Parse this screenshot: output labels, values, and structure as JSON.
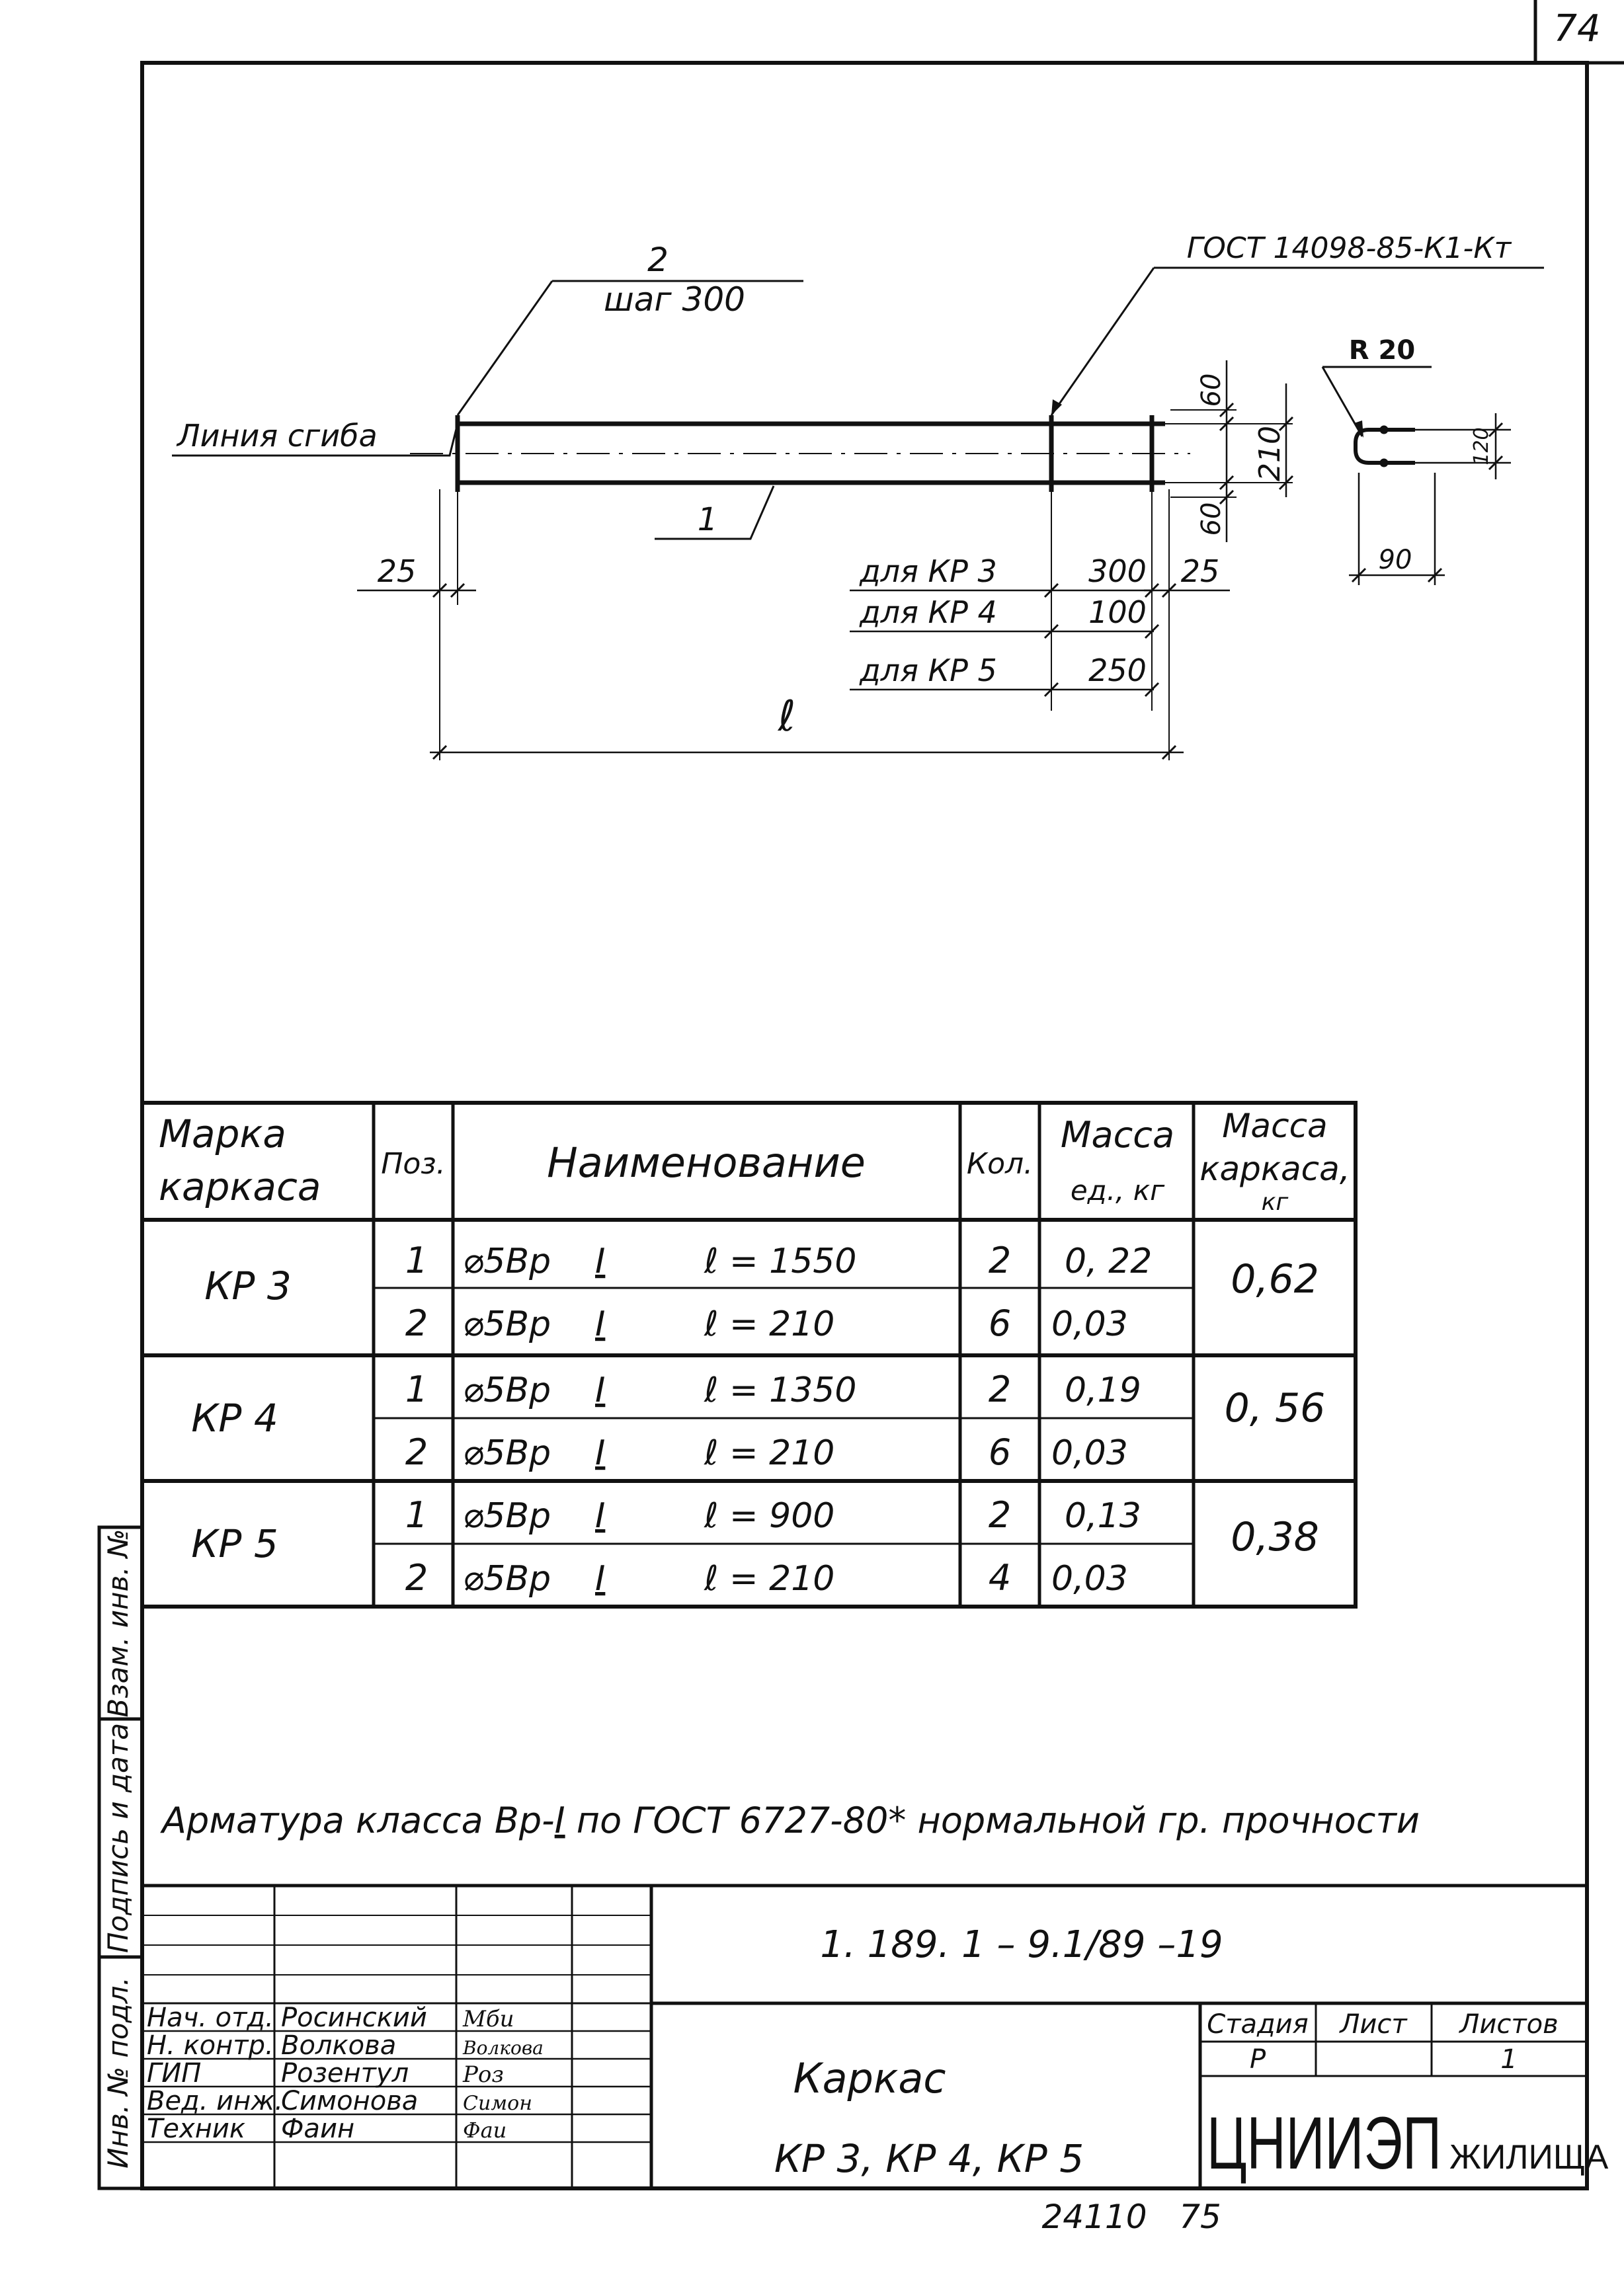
{
  "sheet_number": "74",
  "drawing": {
    "pos2_label": "2",
    "pos2_step": "шаг  300",
    "gost_label": "ГОСТ 14098-85-К1-Кт",
    "bend_line": "Линия сгиба",
    "pos1_label": "1",
    "dim_25_left": "25",
    "dim_25_right": "25",
    "dim_60_top": "60",
    "dim_60_bottom": "60",
    "dim_210": "210",
    "dim_l": "ℓ",
    "radius": "R 20",
    "dim_120": "120",
    "dim_90": "90",
    "variants": [
      {
        "label": "для КР 3",
        "value": "300"
      },
      {
        "label": "для КР 4",
        "value": "100"
      },
      {
        "label": "для КР 5",
        "value": "250"
      }
    ]
  },
  "table": {
    "headers": {
      "mark": [
        "Марка",
        "каркаса"
      ],
      "pos": "Поз.",
      "name": "Наименование",
      "qty": "Кол.",
      "unit_mass": [
        "Масса",
        "ед., кг"
      ],
      "frame_mass": [
        "Масса",
        "каркаса,",
        "кг"
      ]
    },
    "groups": [
      {
        "mark": "КР 3",
        "frame_mass": "0,62",
        "rows": [
          {
            "pos": "1",
            "dia": "⌀5Вр",
            "cls": "I",
            "len": "ℓ = 1550",
            "qty": "2",
            "mass": "0, 22"
          },
          {
            "pos": "2",
            "dia": "⌀5Вр",
            "cls": "I",
            "len": "ℓ = 210",
            "qty": "6",
            "mass": "0,03"
          }
        ]
      },
      {
        "mark": "КР 4",
        "frame_mass": "0, 56",
        "rows": [
          {
            "pos": "1",
            "dia": "⌀5Вр",
            "cls": "I",
            "len": "ℓ = 1350",
            "qty": "2",
            "mass": "0,19"
          },
          {
            "pos": "2",
            "dia": "⌀5Вр",
            "cls": "I",
            "len": "ℓ = 210",
            "qty": "6",
            "mass": "0,03"
          }
        ]
      },
      {
        "mark": "КР 5",
        "frame_mass": "0,38",
        "rows": [
          {
            "pos": "1",
            "dia": "⌀5Вр",
            "cls": "I",
            "len": "ℓ = 900",
            "qty": "2",
            "mass": "0,13"
          },
          {
            "pos": "2",
            "dia": "⌀5Вр",
            "cls": "I",
            "len": "ℓ = 210",
            "qty": "4",
            "mass": "0,03"
          }
        ]
      }
    ]
  },
  "note": {
    "prefix": "Арматура класса Вр-",
    "cls": "I",
    "suffix": " по ГОСТ 6727-80* нормальной гр. прочности"
  },
  "side_labels": [
    "Инв. № подл.",
    "Подпись и дата",
    "Взам. инв. №"
  ],
  "title_block": {
    "doc_code": "1. 189. 1 – 9.1/89 –19",
    "staff": [
      {
        "role": "Нач. отд.",
        "name": "Росинский",
        "sign": "Мби"
      },
      {
        "role": "Н. контр.",
        "name": "Волкова",
        "sign": "Волкова"
      },
      {
        "role": "ГИП",
        "name": "Розентул",
        "sign": "Роз"
      },
      {
        "role": "Вед. инж.",
        "name": "Симонова",
        "sign": "Симон"
      },
      {
        "role": "Техник",
        "name": "Фаин",
        "sign": "Фаи"
      }
    ],
    "title_line1": "Каркас",
    "title_line2": "КР 3, КР 4, КР 5",
    "stage_header": "Стадия",
    "sheet_header": "Лист",
    "sheets_header": "Листов",
    "stage_value": "Р",
    "sheet_value": "",
    "sheets_value": "1",
    "org_main": "ЦНИИЭП",
    "org_sub": "ЖИЛИЩА"
  },
  "footer": {
    "inventory": "24110",
    "page": "75"
  }
}
